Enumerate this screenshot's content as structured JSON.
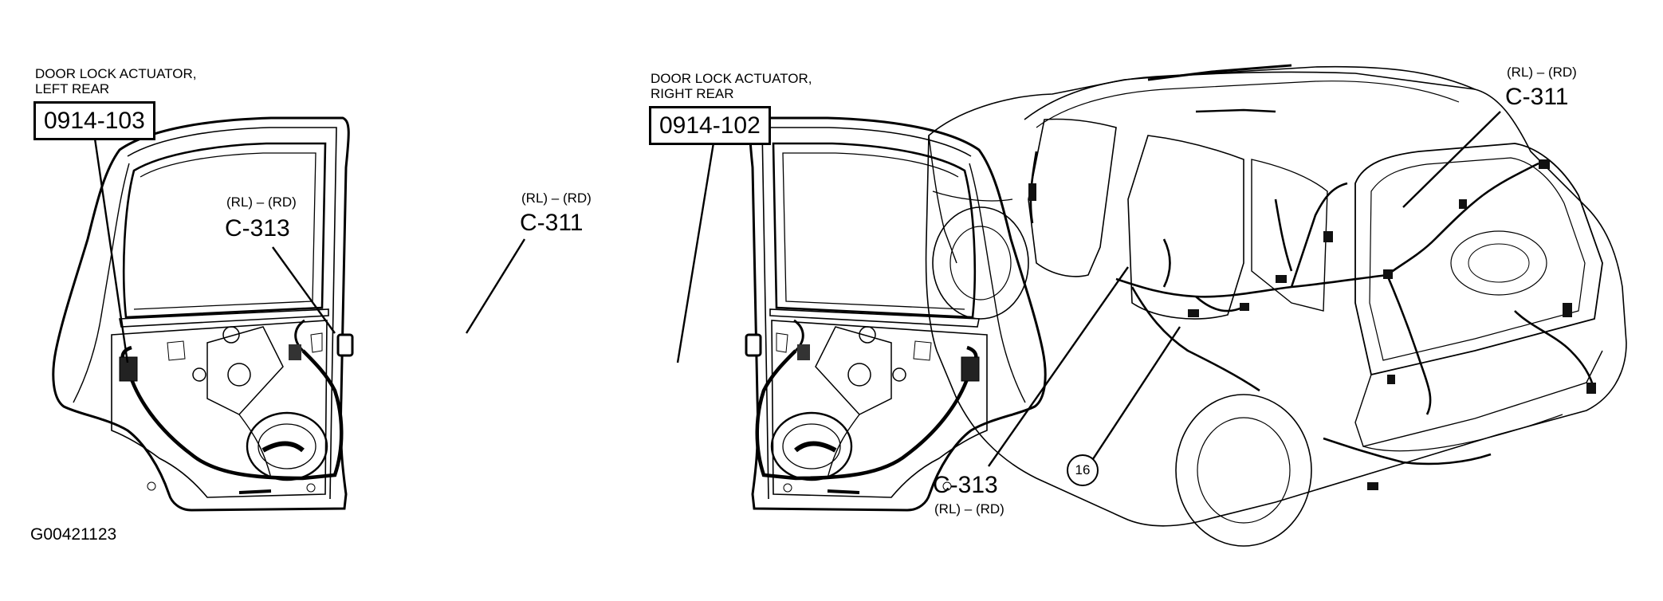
{
  "left_door": {
    "title_line1": "DOOR LOCK ACTUATOR,",
    "title_line2": "LEFT REAR",
    "part_number": "0914-103",
    "connector_code": "(RL) – (RD)",
    "connector": "C-313"
  },
  "right_door": {
    "title_line1": "DOOR LOCK ACTUATOR,",
    "title_line2": "RIGHT REAR",
    "part_number": "0914-102",
    "connector_code": "(RL) – (RD)",
    "connector": "C-311"
  },
  "vehicle": {
    "connector_top_code": "(RL) – (RD)",
    "connector_top": "C-311",
    "connector_bottom": "C-313",
    "connector_bottom_code": "(RL) – (RD)",
    "callout": "16"
  },
  "figure_id": "G00421123"
}
